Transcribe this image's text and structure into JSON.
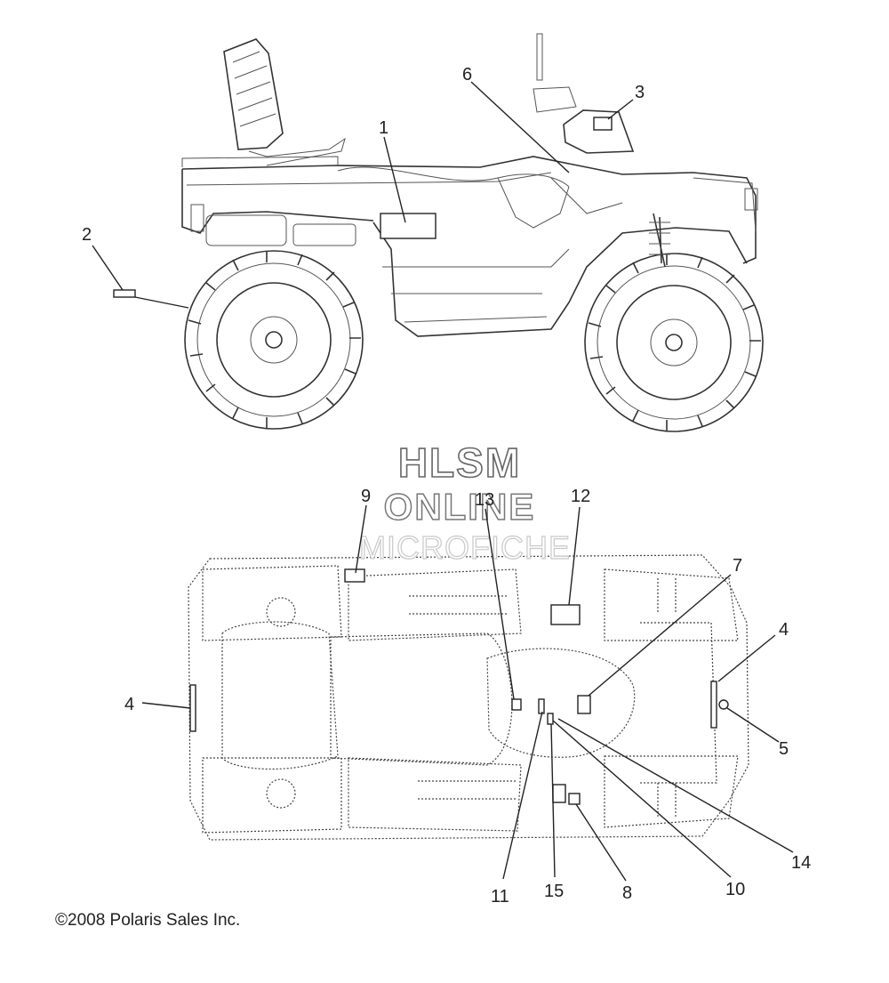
{
  "callouts": [
    "1",
    "2",
    "3",
    "4",
    "4",
    "5",
    "6",
    "7",
    "8",
    "9",
    "10",
    "11",
    "12",
    "13",
    "14",
    "15"
  ],
  "watermark": {
    "line1": "HLSM",
    "line2": "ONLINE",
    "line3": "MICROFICHE"
  },
  "copyright": "©2008 Polaris Sales Inc."
}
